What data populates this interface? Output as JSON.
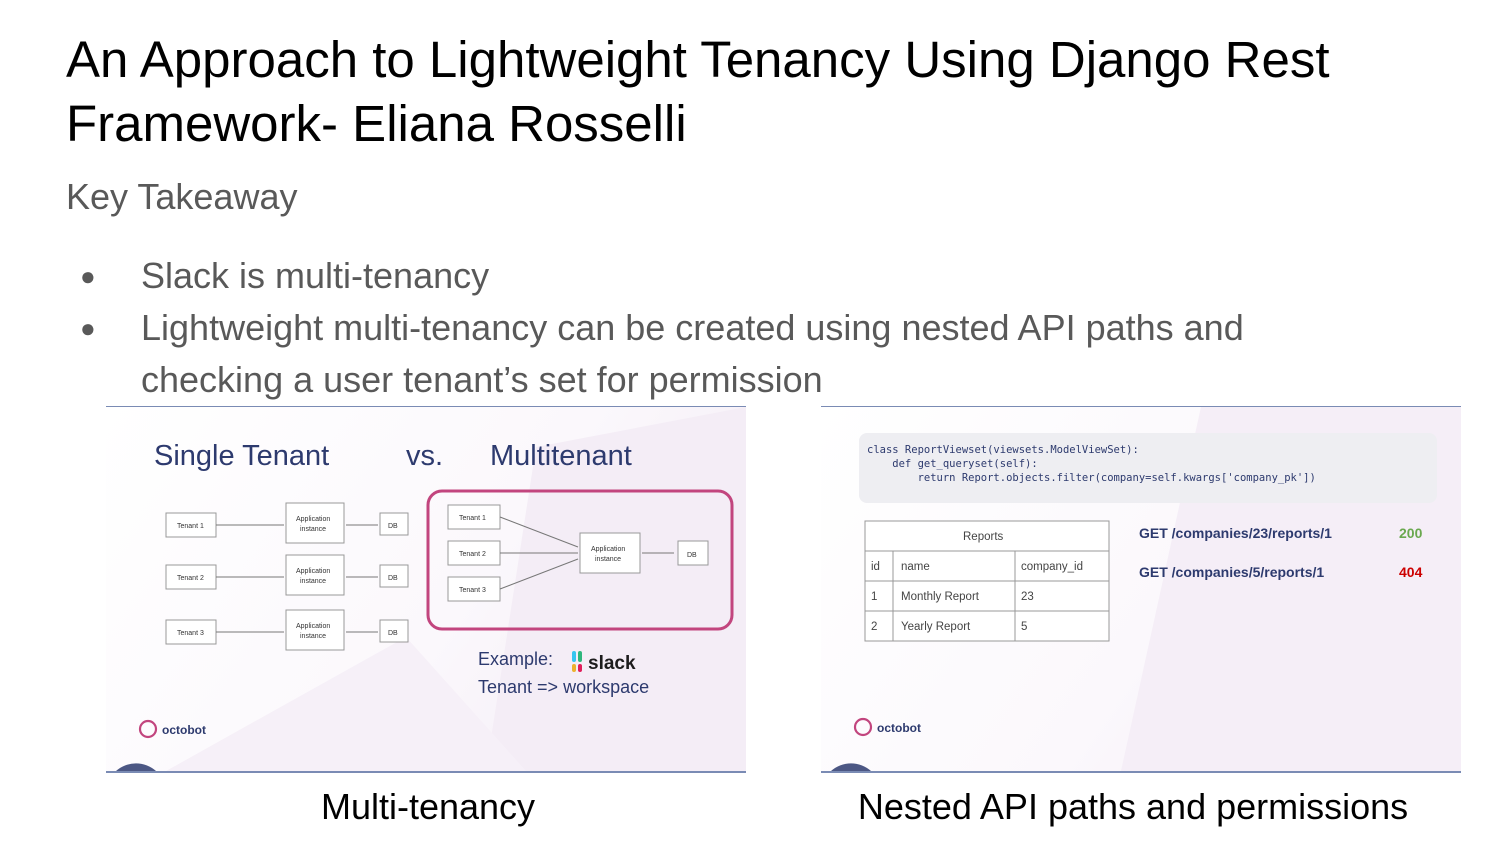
{
  "title": "An Approach to Lightweight Tenancy Using Django Rest Framework- Eliana Rosselli",
  "subtitle": "Key Takeaway",
  "bullets": [
    "Slack is multi-tenancy",
    "Lightweight multi-tenancy can be created using nested API paths and checking a user tenant’s set for permission"
  ],
  "left_slide": {
    "heading_single": "Single Tenant",
    "heading_vs": "vs.",
    "heading_multi": "Multitenant",
    "tenants": [
      "Tenant 1",
      "Tenant 2",
      "Tenant 3"
    ],
    "app_line1": "Application",
    "app_line2": "instance",
    "db_label": "DB",
    "example_label": "Example:",
    "slack_word": "slack",
    "tenant_note": "Tenant => workspace",
    "brand": "octobot"
  },
  "right_slide": {
    "code_lines": [
      "class ReportViewset(viewsets.ModelViewSet):",
      "    def get_queryset(self):",
      "        return Report.objects.filter(company=self.kwargs['company_pk'])"
    ],
    "table_title": "Reports",
    "table_headers": [
      "id",
      "name",
      "company_id"
    ],
    "table_rows": [
      [
        "1",
        "Monthly Report",
        "23"
      ],
      [
        "2",
        "Yearly Report",
        "5"
      ]
    ],
    "requests": [
      {
        "path": "GET /companies/23/reports/1",
        "status": "200",
        "color": "#6aa84f"
      },
      {
        "path": "GET /companies/5/reports/1",
        "status": "404",
        "color": "#cc0000"
      }
    ],
    "brand": "octobot"
  },
  "captions": {
    "left": "Multi-tenancy",
    "right": "Nested API paths and permissions"
  },
  "colors": {
    "heading_navy": "#2d3a6e",
    "highlight_pink": "#c2457e",
    "ok_green": "#6aa84f",
    "error_red": "#cc0000"
  }
}
